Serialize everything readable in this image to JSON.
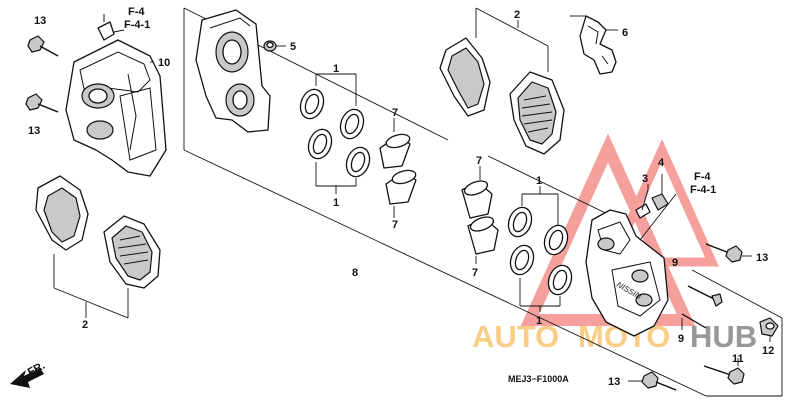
{
  "diagram": {
    "drawing_code": "MEJ3−F1000A",
    "direction_label": "FR.",
    "callouts": {
      "ref_left": {
        "line1": "F-4",
        "line2": "F-4-1"
      },
      "ref_right": {
        "line1": "F-4",
        "line2": "F-4-1"
      }
    },
    "part_numbers": {
      "n1_top": "1",
      "n1_mid": "1",
      "n1_right_top": "1",
      "n1_right_bot": "1",
      "n2_top": "2",
      "n2_left": "2",
      "n3": "3",
      "n4": "4",
      "n5": "5",
      "n6": "6",
      "n7_top": "7",
      "n7_mid": "7",
      "n7_right_top": "7",
      "n7_right_bot": "7",
      "n8": "8",
      "n9_upper": "9",
      "n9_lower": "9",
      "n10": "10",
      "n11": "11",
      "n12": "12",
      "n13_tl": "13",
      "n13_ml": "13",
      "n13_r": "13",
      "n13_b": "13"
    },
    "watermark": {
      "text_a": "AUTO",
      "text_b": "MOTO",
      "text_c": "HUB",
      "color_red": "#ef5350",
      "color_orange": "#f5a623",
      "color_dark": "#444444"
    }
  }
}
